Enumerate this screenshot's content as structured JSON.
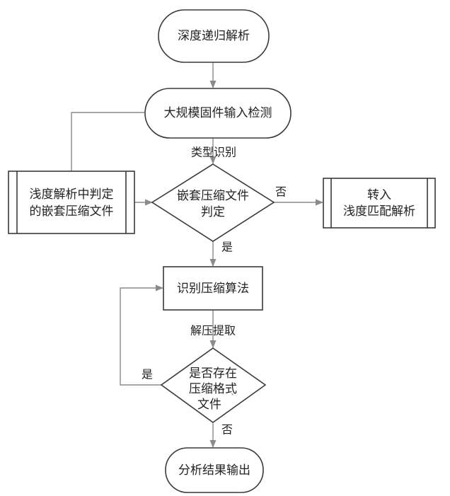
{
  "nodes": {
    "start": "深度递归解析",
    "detect": "大规模固件输入检测",
    "shallow_judged": [
      "浅度解析中判定",
      "的嵌套压缩文件"
    ],
    "nested_decision": [
      "嵌套压缩文件",
      "判定"
    ],
    "to_shallow": [
      "转入",
      "浅度匹配解析"
    ],
    "identify_algo": "识别压缩算法",
    "exists_decision": [
      "是否存在",
      "压缩格式",
      "文件"
    ],
    "output": "分析结果输出"
  },
  "edges": {
    "type_identify": "类型识别",
    "no_1": "否",
    "yes_1": "是",
    "decompress": "解压提取",
    "yes_2": "是",
    "no_2": "否"
  },
  "colors": {
    "stroke": "#3a3a3a",
    "connector": "#8a8a8a",
    "text": "#222222"
  }
}
